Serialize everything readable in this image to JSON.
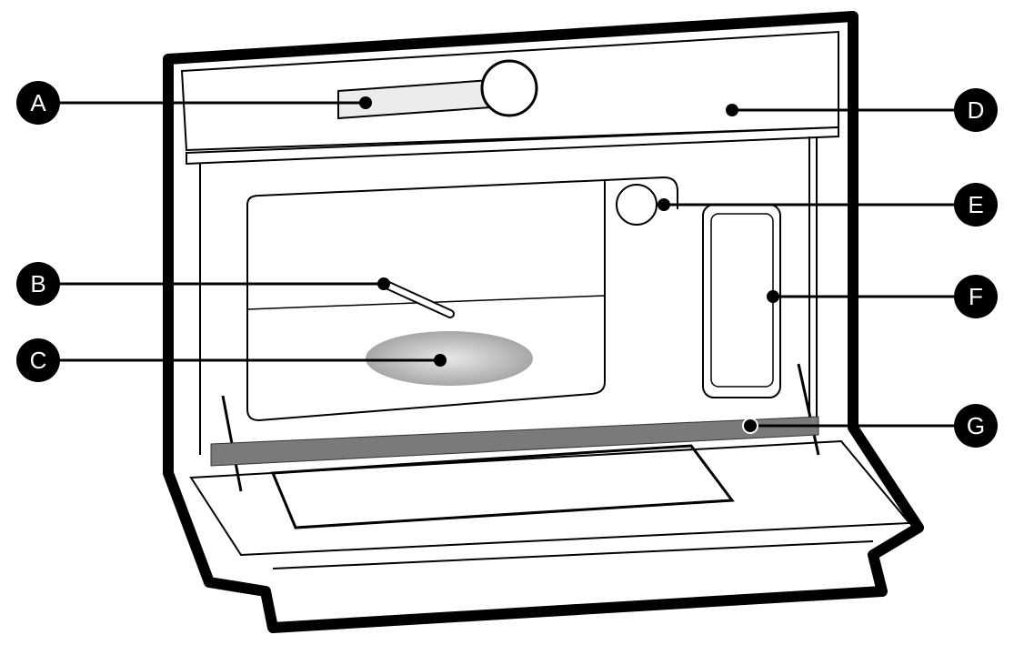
{
  "diagram": {
    "subject": "Built-in oven with door open (front view)",
    "callouts": [
      {
        "label": "A",
        "target": "control panel display strip"
      },
      {
        "label": "B",
        "target": "cavity probe / sensor rod"
      },
      {
        "label": "C",
        "target": "cavity floor / rear element area"
      },
      {
        "label": "D",
        "target": "top trim panel"
      },
      {
        "label": "E",
        "target": "oven light"
      },
      {
        "label": "F",
        "target": "water container / side pocket"
      },
      {
        "label": "G",
        "target": "door seal bar"
      }
    ]
  }
}
